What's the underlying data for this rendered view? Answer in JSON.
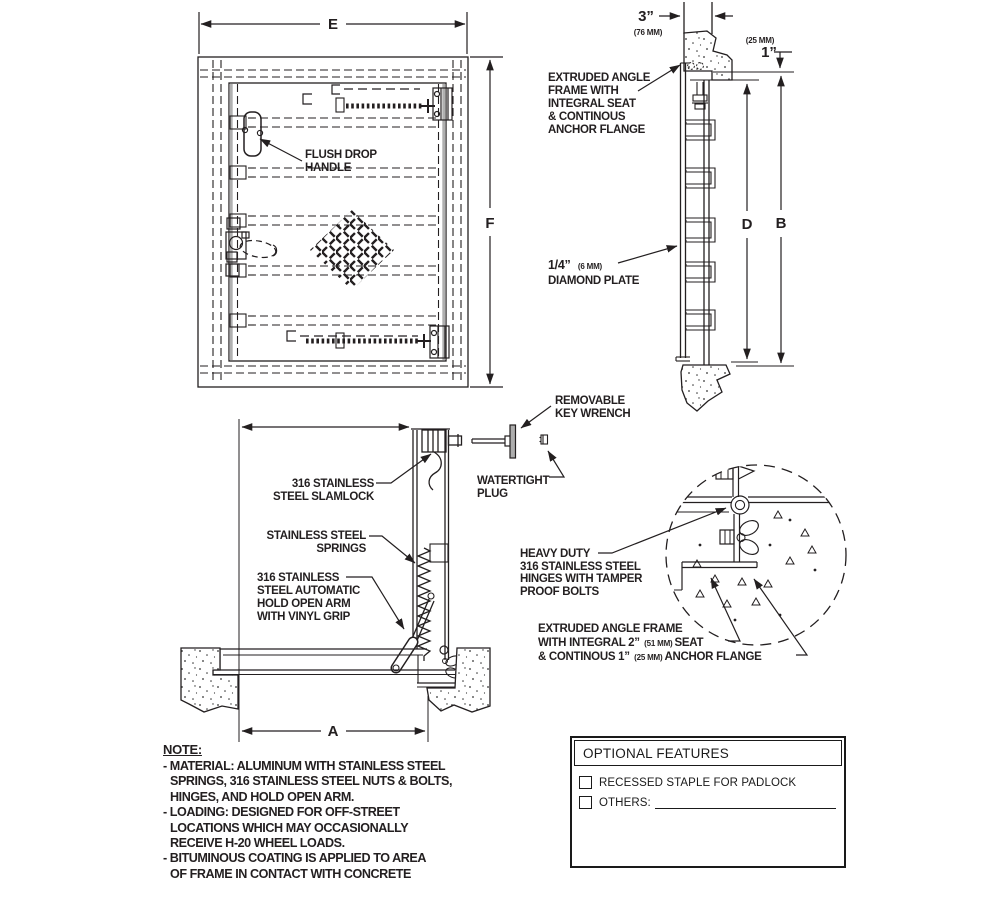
{
  "drawing": {
    "plan": {
      "dim_e": "E",
      "dim_f": "F",
      "flush_handle_1": "FLUSH DROP",
      "flush_handle_2": "HANDLE"
    },
    "frame_section": {
      "dim_3": "3”",
      "dim_3_mm": "(76 MM)",
      "dim_1_mm": "(25 MM)",
      "dim_1": "1”",
      "dim_d": "D",
      "dim_b": "B",
      "angle_frame_1": "EXTRUDED ANGLE",
      "angle_frame_2": "FRAME WITH",
      "angle_frame_3": "INTEGRAL SEAT",
      "angle_frame_4": "& CONTINOUS",
      "angle_frame_5": "ANCHOR FLANGE",
      "plate_1": "1/4”",
      "plate_1_mm": "(6 MM)",
      "plate_2": "DIAMOND PLATE"
    },
    "tools": {
      "wrench_1": "REMOVABLE",
      "wrench_2": "KEY WRENCH",
      "plug_1": "WATERTIGHT",
      "plug_2": "PLUG"
    },
    "open_section": {
      "dim_a": "A",
      "slamlock_1": "316 STAINLESS",
      "slamlock_2": "STEEL SLAMLOCK",
      "springs_1": "STAINLESS STEEL",
      "springs_2": "SPRINGS",
      "arm_1": "316 STAINLESS",
      "arm_2": "STEEL AUTOMATIC",
      "arm_3": "HOLD OPEN ARM",
      "arm_4": "WITH VINYL GRIP"
    },
    "hinge_detail": {
      "hinge_1": "HEAVY DUTY",
      "hinge_2": "316 STAINLESS STEEL",
      "hinge_3": "HINGES WITH TAMPER",
      "hinge_4": "PROOF BOLTS",
      "frame2_1": "EXTRUDED ANGLE FRAME",
      "frame2_2a": "WITH INTEGRAL 2”",
      "frame2_2b": " (51 MM) ",
      "frame2_2c": "SEAT",
      "frame2_3a": "& CONTINOUS 1”",
      "frame2_3b": " (25 MM) ",
      "frame2_3c": "ANCHOR FLANGE"
    }
  },
  "notes": {
    "title": "NOTE:",
    "lines": [
      "- MATERIAL: ALUMINUM WITH STAINLESS STEEL",
      "SPRINGS, 316 STAINLESS STEEL NUTS & BOLTS,",
      "HINGES, AND HOLD OPEN ARM.",
      "- LOADING: DESIGNED FOR OFF-STREET",
      "LOCATIONS WHICH MAY OCCASIONALLY",
      "RECEIVE H-20 WHEEL LOADS.",
      "- BITUMINOUS COATING IS APPLIED TO AREA",
      "OF FRAME IN CONTACT WITH CONCRETE"
    ]
  },
  "optional_features": {
    "title": "OPTIONAL FEATURES",
    "item_1": "RECESSED STAPLE FOR PADLOCK",
    "item_2": "OTHERS:"
  },
  "colors": {
    "line": "#231f20",
    "gray_edge": "#b0b0b0",
    "background": "#ffffff"
  }
}
